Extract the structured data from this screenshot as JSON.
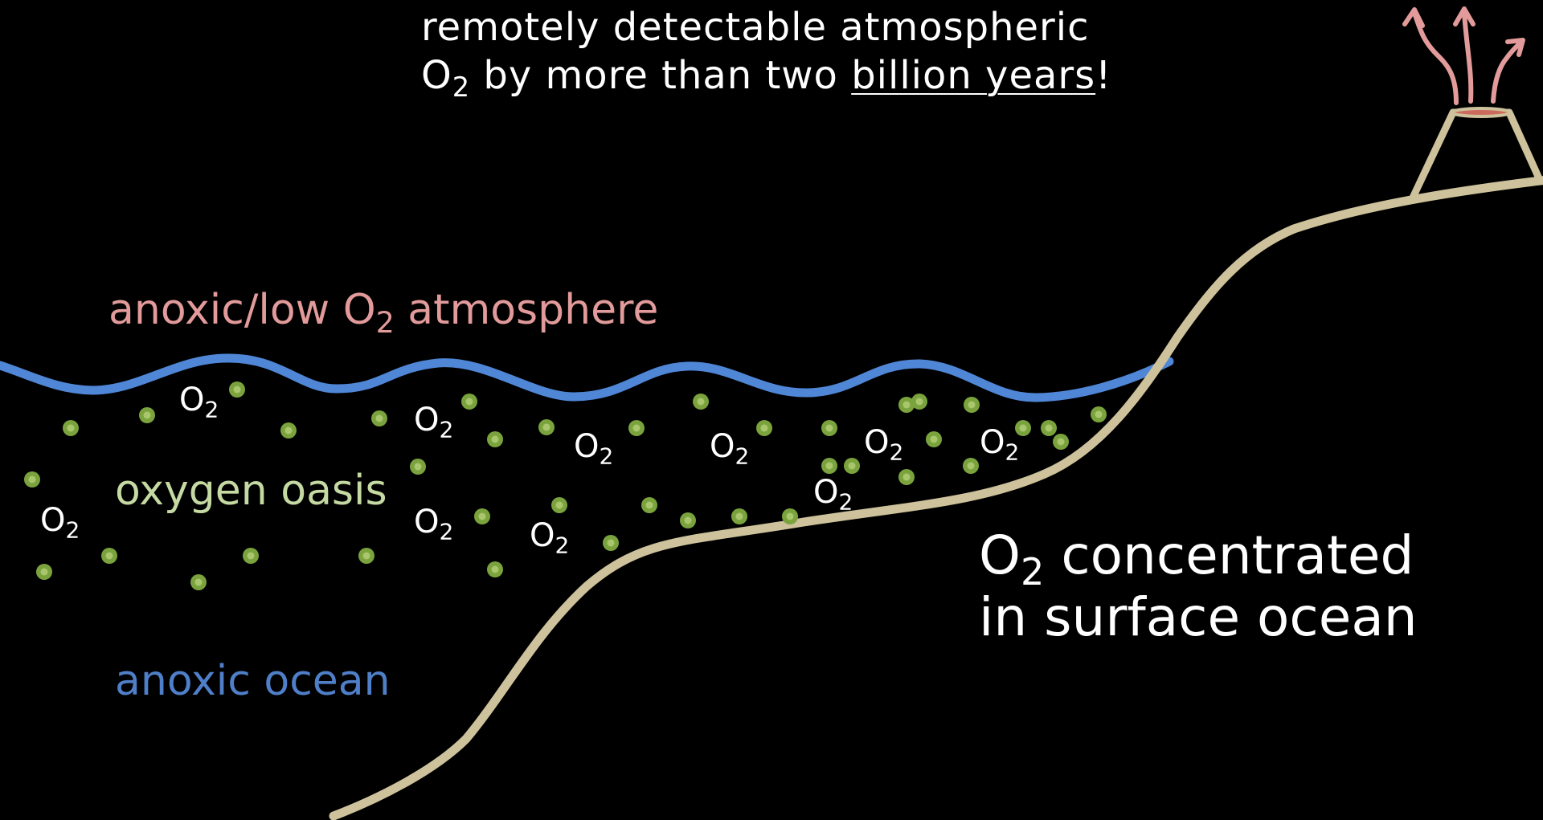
{
  "header_text": {
    "line1": "remotely detectable atmospheric",
    "line2_o": "O",
    "line2_sub": "2",
    "line2_mid": " by more than two ",
    "line2_underlined": "billion years",
    "line2_end": "!"
  },
  "labels": {
    "atmosphere": {
      "pre": "anoxic/low O",
      "sub": "2",
      "post": " atmosphere"
    },
    "oasis": "oxygen oasis",
    "ocean": "anoxic ocean",
    "concentrated_line1_o": "O",
    "concentrated_line1_sub": "2",
    "concentrated_line1_rest": " concentrated",
    "concentrated_line2": "in surface ocean"
  },
  "o2_marker": {
    "o": "O",
    "sub": "2"
  },
  "colors": {
    "background": "#000000",
    "ocean_surface": "#4f86d6",
    "land": "#cdc29b",
    "oxygen_dot": "#7aa33d",
    "oxygen_dot_center": "#a9c66c",
    "atmosphere_label": "#e29a9a",
    "volcano_plume": "#e29a9a",
    "oasis_label": "#c5d9a2",
    "ocean_label": "#4f7fc8"
  },
  "icons": [
    "volcano-icon",
    "gas-arrow-icon",
    "oxygen-bubble-icon"
  ]
}
